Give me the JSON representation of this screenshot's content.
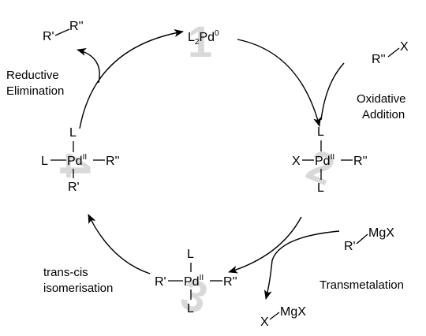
{
  "colors": {
    "r_prime": "#e8242a",
    "r_double_prime": "#1a27c9",
    "ink": "#000000",
    "step_numeral": "#d9d9d9"
  },
  "step_labels": {
    "reductive": [
      "Reductive",
      "Elimination"
    ],
    "oxidative": [
      "Oxidative",
      "Addition"
    ],
    "transmetalation": "Transmetalation",
    "transcis": [
      "trans-cis",
      "isomerisation"
    ]
  },
  "species": {
    "s1": {
      "number": "1",
      "L": "L",
      "sub": "2",
      "metal": "Pd",
      "ox": "0"
    },
    "s2": {
      "number": "2",
      "top": "L",
      "left": "X",
      "metal": "Pd",
      "ox": "II",
      "right": "R''",
      "bottom": "L"
    },
    "s3": {
      "number": "3",
      "top": "L",
      "left": "R'",
      "metal": "Pd",
      "ox": "II",
      "right": "R''",
      "bottom": "L"
    },
    "s4": {
      "number": "4",
      "top": "L",
      "left": "L",
      "metal": "Pd",
      "ox": "II",
      "right": "R''",
      "bottom": "R'"
    }
  },
  "reagents": {
    "product": {
      "r1": "R'",
      "r2": "R''"
    },
    "halide": {
      "r": "R''",
      "x": "X"
    },
    "grignard": {
      "r": "R'",
      "mg": "MgX"
    },
    "byproduct": {
      "x": "X",
      "mg": "MgX"
    }
  }
}
